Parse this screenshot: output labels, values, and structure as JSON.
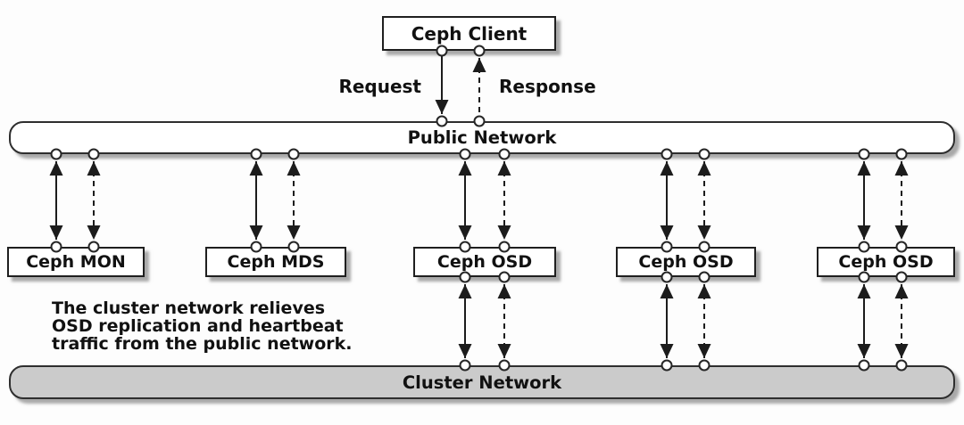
{
  "diagram": {
    "client_label": "Ceph Client",
    "request_label": "Request",
    "response_label": "Response",
    "public_network_label": "Public Network",
    "cluster_network_label": "Cluster Network",
    "nodes": [
      {
        "label": "Ceph MON"
      },
      {
        "label": "Ceph MDS"
      },
      {
        "label": "Ceph OSD"
      },
      {
        "label": "Ceph OSD"
      },
      {
        "label": "Ceph OSD"
      }
    ],
    "note_lines": [
      "The cluster network relieves",
      "OSD replication and heartbeat",
      "traffic from the public network."
    ],
    "colors": {
      "line": "#1c1c1c",
      "box_fill": "#ffffff",
      "cluster_fill": "#cbcbcb",
      "connection_point_fill": "#ffffff",
      "text": "#111111",
      "background": "#fdfdfd"
    }
  }
}
